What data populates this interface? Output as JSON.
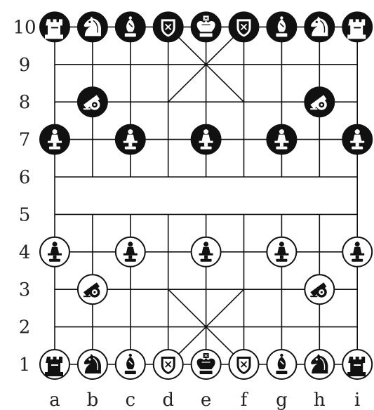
{
  "board": {
    "files": [
      "a",
      "b",
      "c",
      "d",
      "e",
      "f",
      "g",
      "h",
      "i"
    ],
    "ranks": [
      "1",
      "2",
      "3",
      "4",
      "5",
      "6",
      "7",
      "8",
      "9",
      "10"
    ],
    "colors": {
      "line": "#111111",
      "black_piece": "#111111",
      "white_piece": "#ffffff",
      "background": "#ffffff"
    },
    "pieces": [
      {
        "side": "black",
        "type": "chariot",
        "icon": "rook-icon",
        "square": "a10"
      },
      {
        "side": "black",
        "type": "horse",
        "icon": "knight-icon",
        "square": "b10"
      },
      {
        "side": "black",
        "type": "elephant",
        "icon": "bishop-icon",
        "square": "c10"
      },
      {
        "side": "black",
        "type": "advisor",
        "icon": "shield-icon",
        "square": "d10"
      },
      {
        "side": "black",
        "type": "general",
        "icon": "king-icon",
        "square": "e10"
      },
      {
        "side": "black",
        "type": "advisor",
        "icon": "shield-icon",
        "square": "f10"
      },
      {
        "side": "black",
        "type": "elephant",
        "icon": "bishop-icon",
        "square": "g10"
      },
      {
        "side": "black",
        "type": "horse",
        "icon": "knight-icon",
        "square": "h10"
      },
      {
        "side": "black",
        "type": "chariot",
        "icon": "rook-icon",
        "square": "i10"
      },
      {
        "side": "black",
        "type": "cannon",
        "icon": "cannon-icon",
        "square": "b8"
      },
      {
        "side": "black",
        "type": "cannon",
        "icon": "cannon-icon",
        "square": "h8"
      },
      {
        "side": "black",
        "type": "soldier",
        "icon": "soldier-icon",
        "square": "a7"
      },
      {
        "side": "black",
        "type": "soldier",
        "icon": "soldier-icon",
        "square": "c7"
      },
      {
        "side": "black",
        "type": "soldier",
        "icon": "soldier-icon",
        "square": "e7"
      },
      {
        "side": "black",
        "type": "soldier",
        "icon": "soldier-icon",
        "square": "g7"
      },
      {
        "side": "black",
        "type": "soldier",
        "icon": "soldier-icon",
        "square": "i7"
      },
      {
        "side": "white",
        "type": "soldier",
        "icon": "soldier-icon",
        "square": "a4"
      },
      {
        "side": "white",
        "type": "soldier",
        "icon": "soldier-icon",
        "square": "c4"
      },
      {
        "side": "white",
        "type": "soldier",
        "icon": "soldier-icon",
        "square": "e4"
      },
      {
        "side": "white",
        "type": "soldier",
        "icon": "soldier-icon",
        "square": "g4"
      },
      {
        "side": "white",
        "type": "soldier",
        "icon": "soldier-icon",
        "square": "i4"
      },
      {
        "side": "white",
        "type": "cannon",
        "icon": "cannon-icon",
        "square": "b3"
      },
      {
        "side": "white",
        "type": "cannon",
        "icon": "cannon-icon",
        "square": "h3"
      },
      {
        "side": "white",
        "type": "chariot",
        "icon": "rook-icon",
        "square": "a1"
      },
      {
        "side": "white",
        "type": "horse",
        "icon": "knight-icon",
        "square": "b1"
      },
      {
        "side": "white",
        "type": "elephant",
        "icon": "bishop-icon",
        "square": "c1"
      },
      {
        "side": "white",
        "type": "advisor",
        "icon": "shield-icon",
        "square": "d1"
      },
      {
        "side": "white",
        "type": "general",
        "icon": "king-icon",
        "square": "e1"
      },
      {
        "side": "white",
        "type": "advisor",
        "icon": "shield-icon",
        "square": "f1"
      },
      {
        "side": "white",
        "type": "elephant",
        "icon": "bishop-icon",
        "square": "g1"
      },
      {
        "side": "white",
        "type": "horse",
        "icon": "knight-icon",
        "square": "h1"
      },
      {
        "side": "white",
        "type": "chariot",
        "icon": "rook-icon",
        "square": "i1"
      }
    ]
  }
}
